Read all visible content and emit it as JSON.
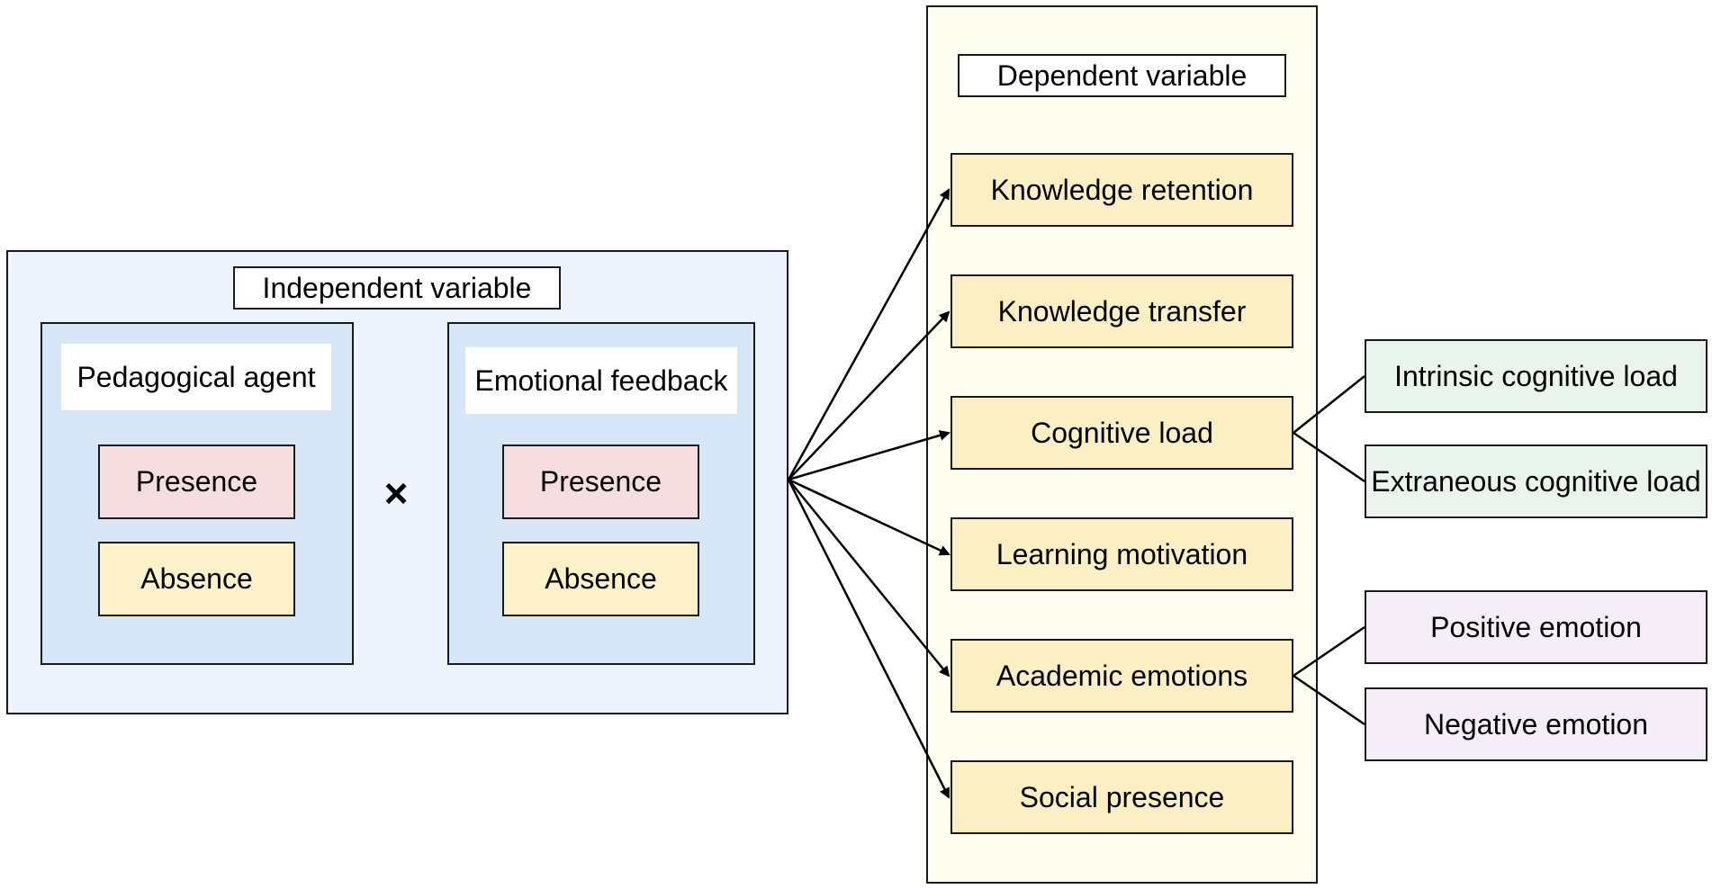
{
  "independent": {
    "title": "Independent variable",
    "operator": "×",
    "factors": [
      {
        "name": "Pedagogical agent",
        "levels": [
          "Presence",
          "Absence"
        ]
      },
      {
        "name": "Emotional feedback",
        "levels": [
          "Presence",
          "Absence"
        ]
      }
    ]
  },
  "dependent": {
    "title": "Dependent variable",
    "outcomes": [
      "Knowledge retention",
      "Knowledge transfer",
      "Cognitive load",
      "Learning motivation",
      "Academic emotions",
      "Social presence"
    ]
  },
  "subdimensions": {
    "cognitive_load": [
      "Intrinsic cognitive load",
      "Extraneous cognitive load"
    ],
    "academic_emotions": [
      "Positive emotion",
      "Negative emotion"
    ]
  },
  "colors": {
    "independent_bg": "#eef4fd",
    "factor_bg": "#d8e7f8",
    "presence_bg": "#f5dde0",
    "absence_bg": "#fdf1c9",
    "dependent_bg": "#fdfdf0",
    "outcome_bg": "#fdefc4",
    "cognitive_sub_bg": "#e9f5ec",
    "emotion_sub_bg": "#f5eef9"
  }
}
